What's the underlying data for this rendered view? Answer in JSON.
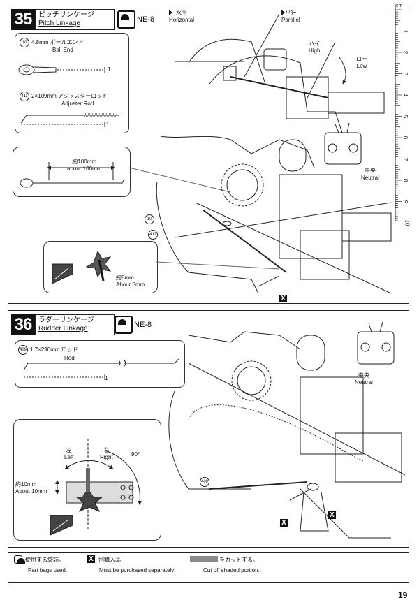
{
  "ruler": {
    "unit": "cm",
    "ticks": [
      "1",
      "2",
      "3",
      "4",
      "5",
      "6",
      "7",
      "8",
      "9",
      "10"
    ]
  },
  "step35": {
    "number": "35",
    "title_jp": "ピッチリンケージ",
    "title_en": "Pitch Linkage",
    "bag": "NE-8",
    "parts": [
      {
        "num": "10",
        "name_jp": "4.8mm ボールエンド",
        "name_en": "Ball End",
        "qty": "1"
      },
      {
        "num": "411",
        "name_jp": "2×109mm アジャスターロッド",
        "name_en": "Adjuster Rod",
        "qty": "1"
      }
    ],
    "horizontal_jp": "水平",
    "horizontal_en": "Horizontal",
    "parallel_jp": "平行",
    "parallel_en": "Parallel",
    "high_jp": "ハイ",
    "high_en": "High",
    "low_jp": "ロー",
    "low_en": "Low",
    "neutral_jp": "中央",
    "neutral_en": "Neutral",
    "length_jp": "約100mm",
    "length_en": "abour 100mm",
    "arm_jp": "約8mm",
    "arm_en": "Abour 8mm",
    "callouts": [
      "10",
      "411"
    ]
  },
  "step36": {
    "number": "36",
    "title_jp": "ラダーリンケージ",
    "title_en": "Rudder Linkage",
    "bag": "NE-8",
    "part": {
      "num": "409",
      "name_jp": "1.7×290mm ロッド",
      "name_en": "Rod",
      "qty": "1"
    },
    "neutral_jp": "中央",
    "neutral_en": "Neutral",
    "left_jp": "左",
    "left_en": "Left",
    "right_jp": "右",
    "right_en": "Right",
    "angle": "90°",
    "arm_jp": "約10mm",
    "arm_en": "About 10mm",
    "callouts": [
      "409"
    ]
  },
  "legend": [
    {
      "icon": "bag-icon",
      "jp": "使用する袋詰。",
      "en": "Part bags used."
    },
    {
      "icon": "x-mark-icon",
      "jp": "別購入品",
      "en": "Must be purchased separately!"
    },
    {
      "icon": "shaded-cut-icon",
      "jp": "をカットする。",
      "en": "Cut off shaded portion."
    }
  ],
  "page_number": "19"
}
